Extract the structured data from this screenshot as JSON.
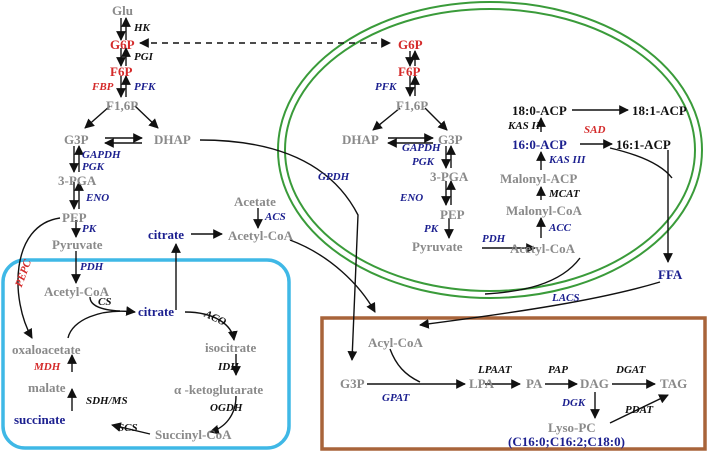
{
  "left_pathway": {
    "glu": "Glu",
    "hk": "HK",
    "g6p": "G6P",
    "pgi": "PGI",
    "f6p": "F6P",
    "fbp": "FBP",
    "pfk": "PFK",
    "f16p": "F1,6P",
    "g3p": "G3P",
    "dhap": "DHAP",
    "gapdh": "GAPDH",
    "pgk": "PGK",
    "pga3": "3-PGA",
    "eno": "ENO",
    "pep": "PEP",
    "pk": "PK",
    "pyruvate": "Pyruvate",
    "pdh": "PDH",
    "acetyl_coa": "Acetyl-CoA",
    "pepc": "PEPC",
    "citrate_out": "citrate",
    "acetate": "Acetate",
    "acs": "ACS",
    "acetyl_coa_cyto": "Acetyl-CoA",
    "gpdh": "GPDH"
  },
  "tca_cycle": {
    "cs": "CS",
    "citrate": "citrate",
    "aco": "ACO",
    "oxaloacetate": "oxaloacetate",
    "isocitrate": "isocitrate",
    "mdh": "MDH",
    "idh": "IDH",
    "malate": "malate",
    "akg": "α -ketoglutarate",
    "sdh": "SDH/MS",
    "ogdh": "OGDH",
    "succinate": "succinate",
    "scs": "SCS",
    "succinyl_coa": "Succinyl-CoA"
  },
  "plastid": {
    "g6p": "G6P",
    "f6p": "F6P",
    "pfk": "PFK",
    "f16p": "F1,6P",
    "dhap": "DHAP",
    "g3p": "G3P",
    "gapdh": "GAPDH",
    "pgk": "PGK",
    "pga3": "3-PGA",
    "eno": "ENO",
    "pep": "PEP",
    "pk": "PK",
    "pyruvate": "Pyruvate",
    "pdh": "PDH",
    "acetyl_coa": "Acetyl-CoA",
    "acc": "ACC",
    "malonyl_coa": "Malonyl-CoA",
    "mcat": "MCAT",
    "malonyl_acp": "Malonyl-ACP",
    "kas3": "KAS III",
    "c160_acp": "16:0-ACP",
    "sad": "SAD",
    "c161_acp": "16:1-ACP",
    "kas2": "KAS II",
    "c180_acp": "18:0-ACP",
    "c181_acp": "18:1-ACP"
  },
  "er": {
    "ffa": "FFA",
    "lacs": "LACS",
    "acyl_coa": "Acyl-CoA",
    "g3p": "G3P",
    "gpat": "GPAT",
    "lpa": "LPA",
    "lpaat": "LPAAT",
    "pa": "PA",
    "pap": "PAP",
    "dag": "DAG",
    "dgat": "DGAT",
    "tag": "TAG",
    "dgk": "DGK",
    "pdat": "PDAT",
    "lyso_pc": "Lyso-PC",
    "lyso_pc_species": "(C16:0;C16:2;C18:0)"
  },
  "colors": {
    "plastid_ring": "#3a9b3a",
    "mito_box": "#3fb8e6",
    "er_box": "#a8643a",
    "metabolite_grey": "#8a8a8a",
    "highlight_red": "#d42a2a",
    "highlight_blue": "#1b1f8f"
  }
}
